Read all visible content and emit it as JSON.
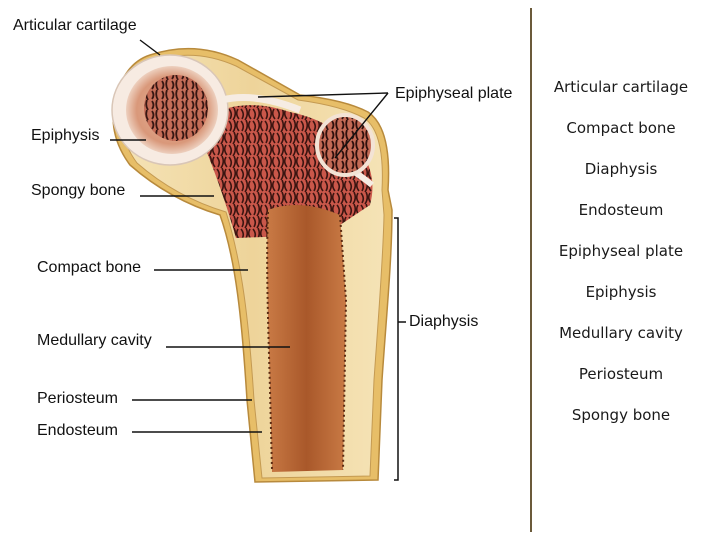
{
  "diagram": {
    "labels": {
      "articular_cartilage": "Articular cartilage",
      "epiphyseal_plate": "Epiphyseal plate",
      "epiphysis": "Epiphysis",
      "spongy_bone": "Spongy bone",
      "compact_bone": "Compact bone",
      "medullary_cavity": "Medullary cavity",
      "periosteum": "Periosteum",
      "endosteum": "Endosteum",
      "diaphysis": "Diaphysis"
    }
  },
  "word_bank": {
    "items": [
      "Articular cartilage",
      "Compact bone",
      "Diaphysis",
      "Endosteum",
      "Epiphyseal plate",
      "Epiphysis",
      "Medullary cavity",
      "Periosteum",
      "Spongy bone"
    ]
  },
  "colors": {
    "cortex": "#f3dfae",
    "marrow": "#b4622f",
    "spongy_red": "#c8503c",
    "cartilage": "#f4e6dc",
    "periosteum": "#e5b95e",
    "line": "#111111",
    "divider": "#6b5a3a"
  }
}
